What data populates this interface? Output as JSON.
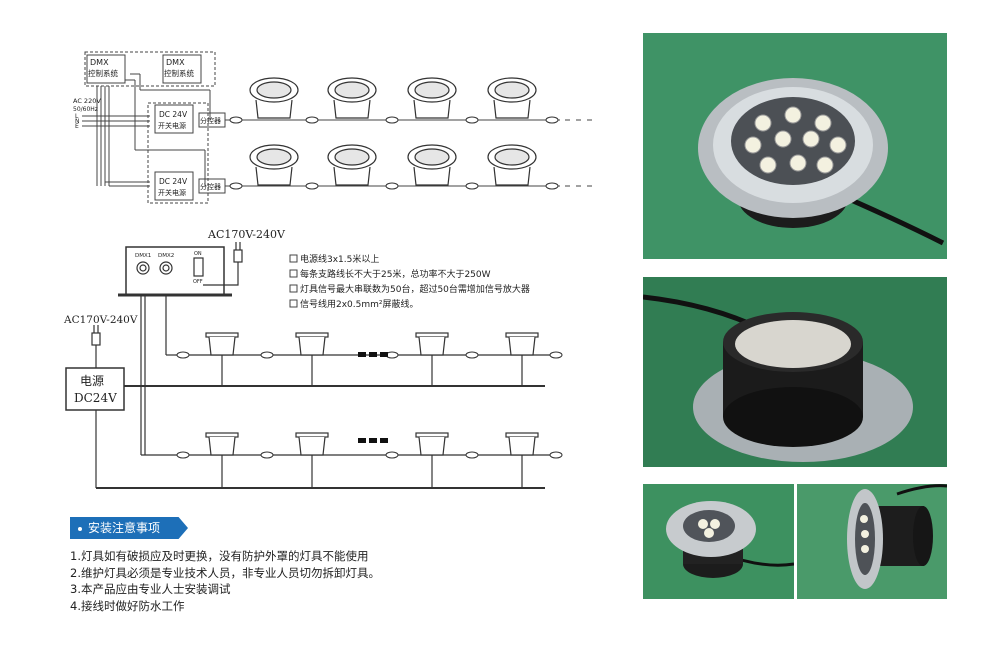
{
  "top_diagram": {
    "dmx1": [
      "DMX",
      "控制系统"
    ],
    "dmx2": [
      "DMX",
      "控制系统"
    ],
    "ac_input": [
      "AC 220V",
      "50/60Hz",
      "L",
      "N",
      "E"
    ],
    "psu1": [
      "DC 24V",
      "开关电源"
    ],
    "psu2": [
      "DC 24V",
      "开关电源"
    ],
    "splitter": "分控器"
  },
  "bottom_diagram": {
    "ac_top": "AC170V-240V",
    "ctrl_ports": [
      "DMX1",
      "DMX2",
      "ON",
      "OFF"
    ],
    "ac_left": "AC170V-240V",
    "power_box": [
      "电源",
      "DC24V"
    ],
    "specs": [
      "电源线3x1.5米以上",
      "每条支路线长不大于25米，总功率不大于250W",
      "灯具信号最大串联数为50台，超过50台需增加信号放大器",
      "信号线用2x0.5mm²屏蔽线。"
    ]
  },
  "notes": {
    "title": "安装注意事项",
    "items": [
      "1.灯具如有破损应及时更换，没有防护外罩的灯具不能使用",
      "2.维护灯具必须是专业技术人员，非专业人员切勿拆卸灯具。",
      "3.本产品应由专业人士安装调试",
      "4.接线时做好防水工作"
    ]
  }
}
